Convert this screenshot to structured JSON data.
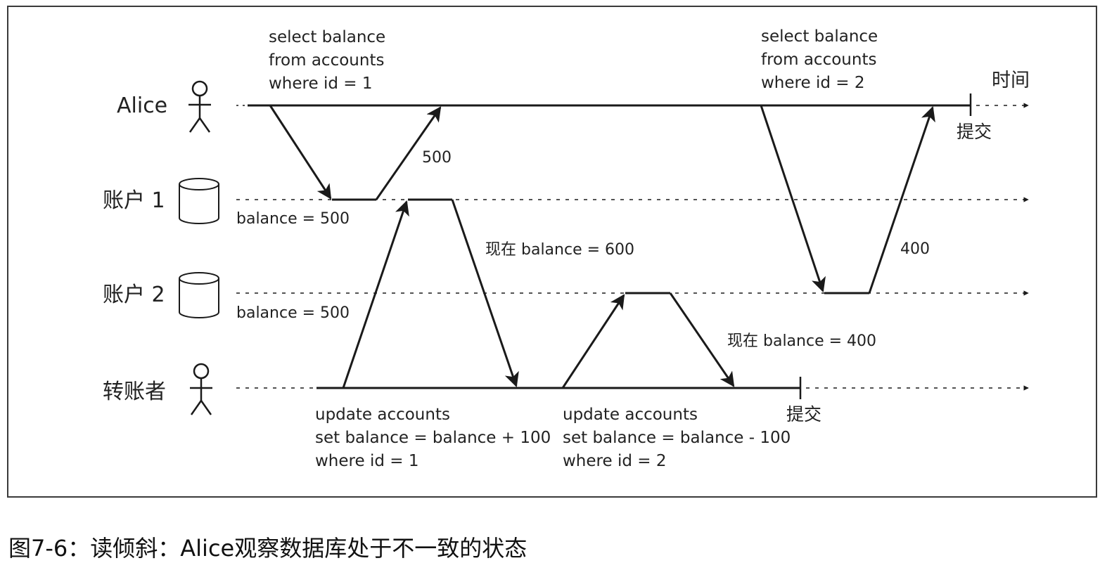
{
  "lanes": {
    "alice": "Alice",
    "account1": "账户 1",
    "account2": "账户 2",
    "transferer": "转账者"
  },
  "time_label": "时间",
  "alice_query1": [
    "select balance",
    "from accounts",
    "where id = 1"
  ],
  "alice_query2": [
    "select balance",
    "from accounts",
    "where id = 2"
  ],
  "transfer_update1": [
    "update accounts",
    "set balance = balance + 100",
    "where id = 1"
  ],
  "transfer_update2": [
    "update accounts",
    "set balance = balance - 100",
    "where id = 2"
  ],
  "account1_initial": "balance = 500",
  "account2_initial": "balance = 500",
  "account1_now": "现在 balance = 600",
  "account2_now": "现在 balance = 400",
  "alice_read1_result": "500",
  "alice_read2_result": "400",
  "alice_commit": "提交",
  "transferer_commit": "提交",
  "caption": "图7-6：读倾斜：Alice观察数据库处于不一致的状态",
  "colors": {
    "line": "#1a1a1a",
    "text": "#222222"
  }
}
